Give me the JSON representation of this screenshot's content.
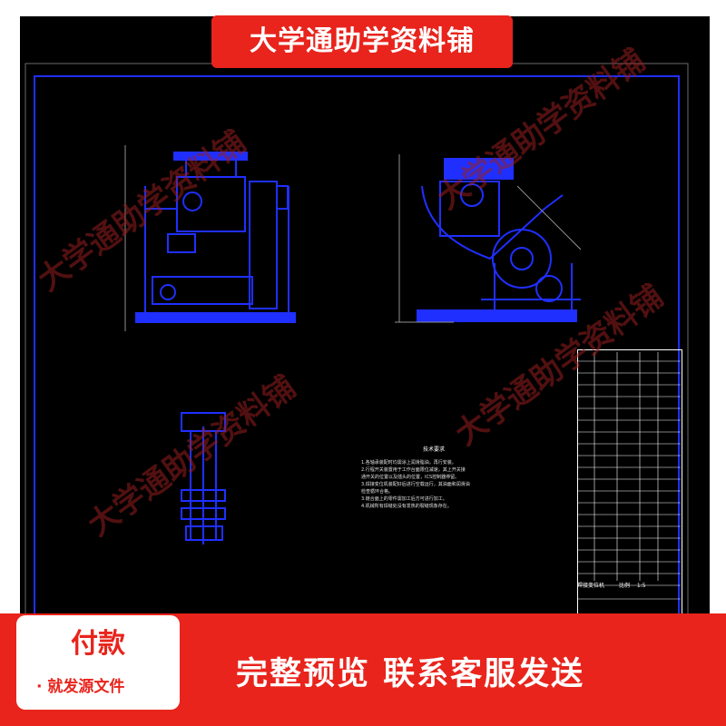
{
  "banner": {
    "title": "大学通助学资料铺"
  },
  "watermark": {
    "text": "大学通助学资料铺"
  },
  "drawing": {
    "tech_title": "技术要求",
    "tech_lines": [
      "1.各轴承装配时均需涂上润滑脂油，再行安装。",
      "2.行程开关装置用于工作台面限位减速，其上开关接",
      "通开关的位置以及插头的位置，ICS控制器停留。",
      "3.焊接变位机装配好后进行空载运行，其油面和润滑油",
      "检查循环合格。",
      "3.链合面上的零件需加工后方可进行加工。",
      "4.机械所有焊缝处没有发热的裂缝现象存在。"
    ],
    "title_block": {
      "name": "焊接变位机",
      "scale_label": "比例",
      "scale": "1:5"
    }
  },
  "footer": {
    "pay_title": "付款",
    "pay_sub": "· 就发源文件",
    "cta": "完整预览  联系客服发送"
  },
  "colors": {
    "brand_red": "#e8241c",
    "cad_blue": "#1f2fff",
    "sheet": "#000000"
  }
}
